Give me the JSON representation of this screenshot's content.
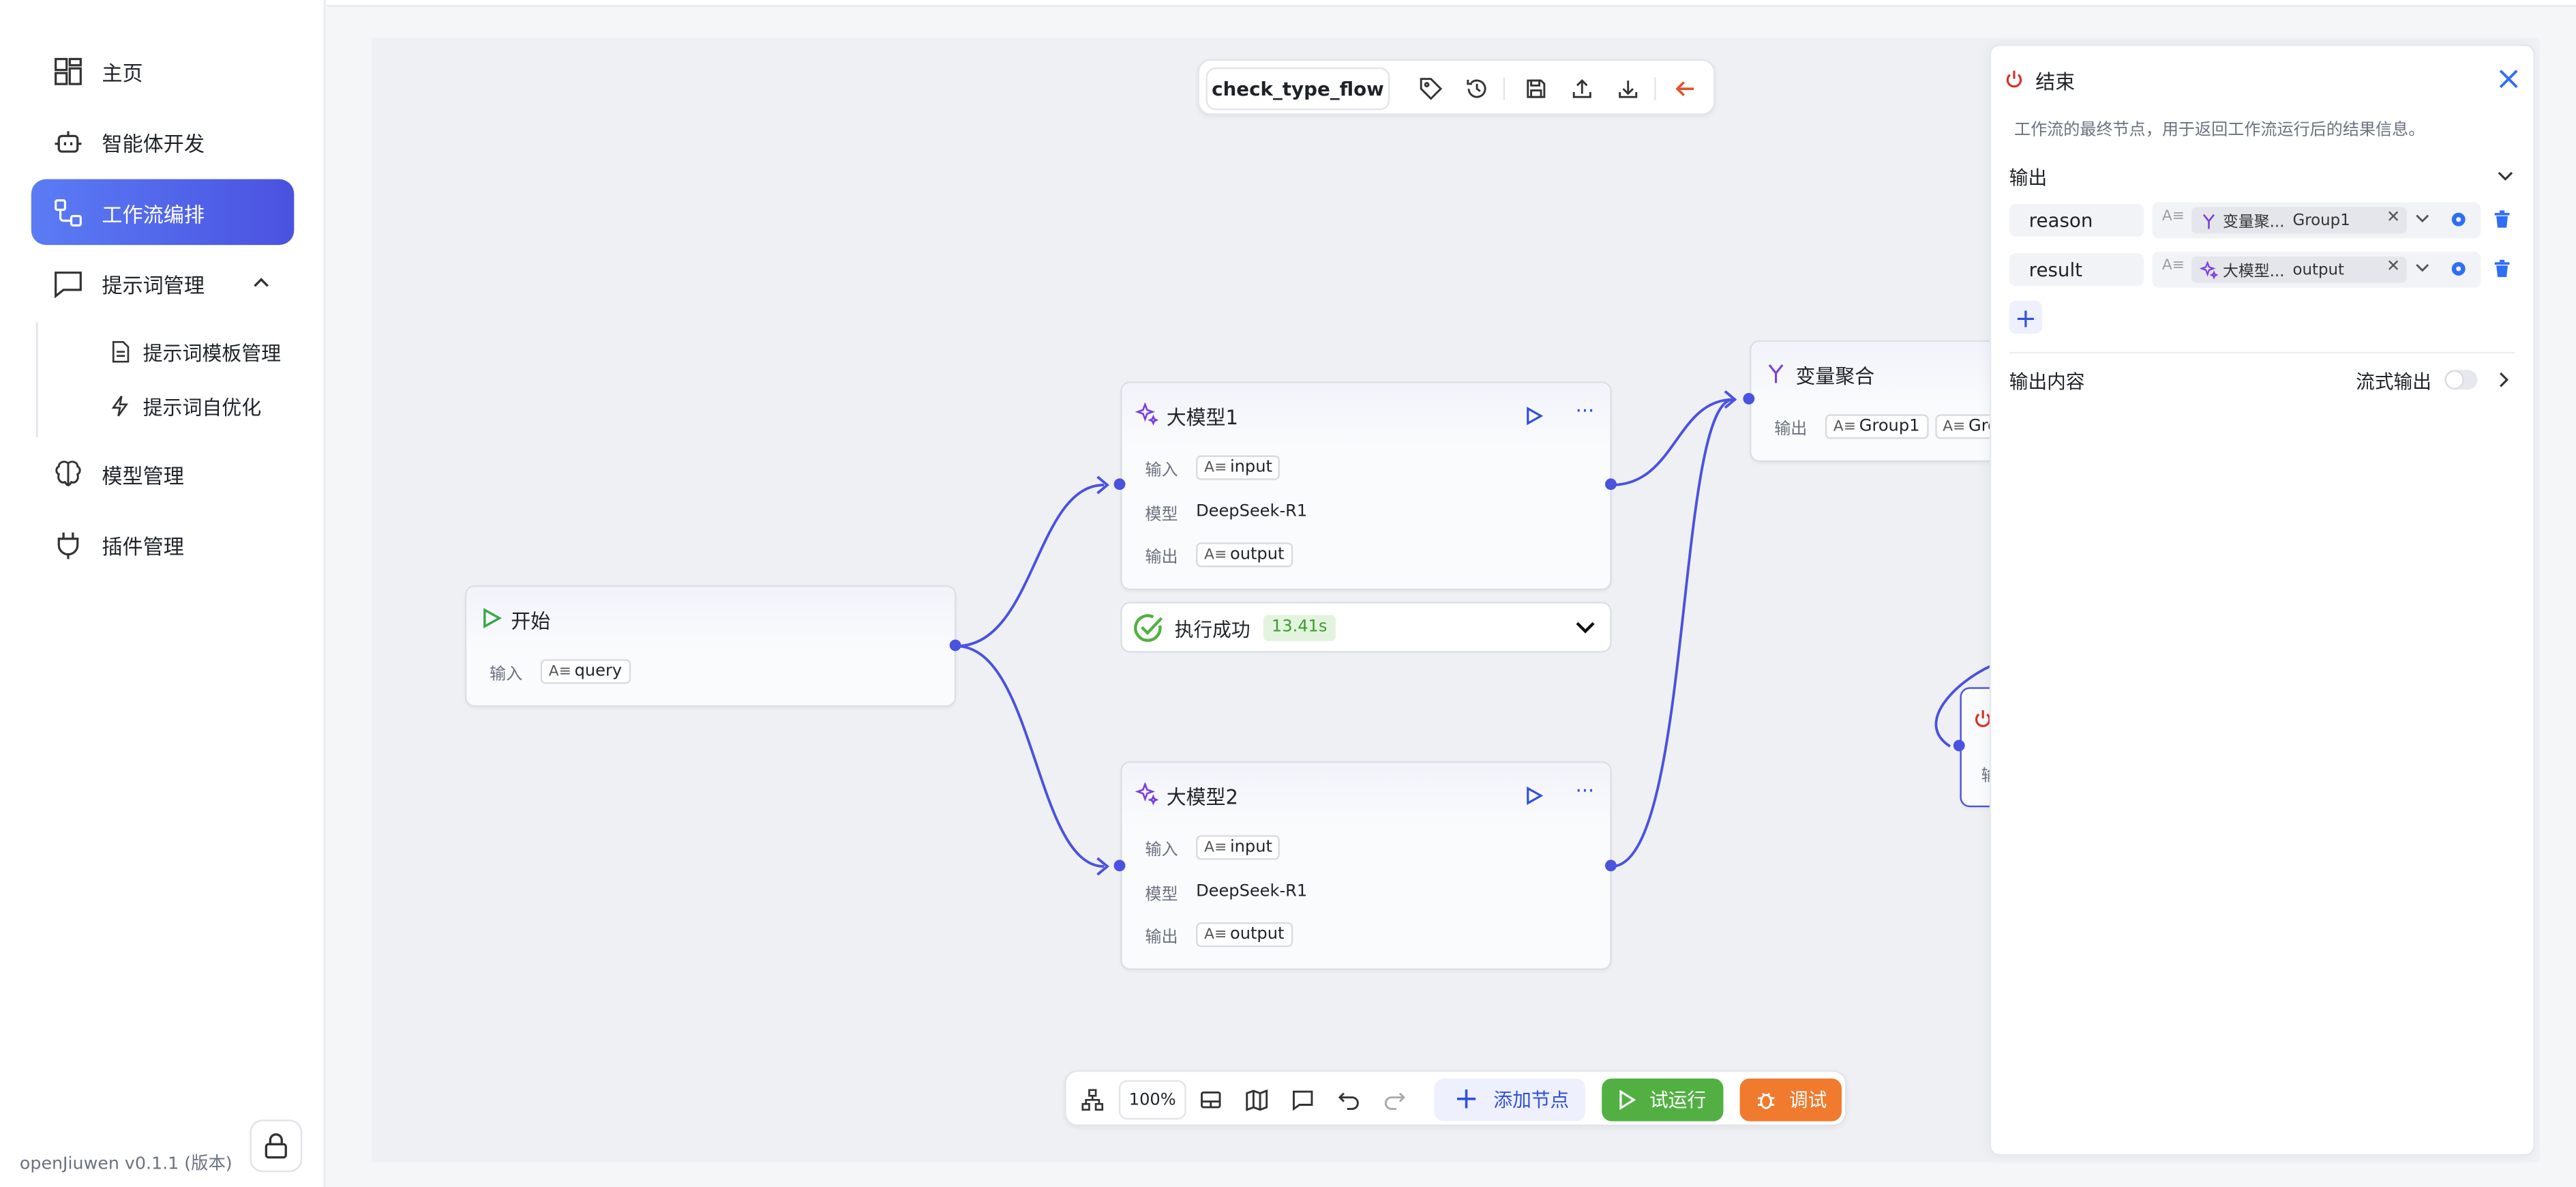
{
  "sidebar": {
    "items": [
      {
        "label": "主页",
        "icon": "dashboard-icon"
      },
      {
        "label": "智能体开发",
        "icon": "robot-icon"
      },
      {
        "label": "工作流编排",
        "icon": "workflow-icon"
      },
      {
        "label": "提示词管理",
        "icon": "chat-icon"
      },
      {
        "label": "模型管理",
        "icon": "brain-icon"
      },
      {
        "label": "插件管理",
        "icon": "plug-icon"
      }
    ],
    "sub_items": [
      {
        "label": "提示词模板管理",
        "icon": "document-icon"
      },
      {
        "label": "提示词自优化",
        "icon": "lightning-icon"
      }
    ],
    "active": "工作流编排",
    "version": "openJiuwen v0.1.1 (版本)"
  },
  "flow_toolbar": {
    "name": "check_type_flow",
    "icons": [
      "tag-icon",
      "history-icon",
      "save-icon",
      "upload-icon",
      "download-icon",
      "back-arrow-icon"
    ]
  },
  "nodes": {
    "start": {
      "title": "开始",
      "input_label": "输入",
      "input_value": "query"
    },
    "llm1": {
      "title": "大模型1",
      "input_label": "输入",
      "input_value": "input",
      "model_label": "模型",
      "model_value": "DeepSeek-R1",
      "output_label": "输出",
      "output_value": "output"
    },
    "llm2": {
      "title": "大模型2",
      "input_label": "输入",
      "input_value": "input",
      "model_label": "模型",
      "model_value": "DeepSeek-R1",
      "output_label": "输出",
      "output_value": "output"
    },
    "aggregate": {
      "title": "变量聚合",
      "output_label": "输出",
      "tags": [
        "Group1",
        "Group"
      ]
    },
    "end_partial": {
      "label": "输"
    }
  },
  "run_status": {
    "text": "执行成功",
    "duration": "13.41s"
  },
  "bottom_toolbar": {
    "zoom": "100%",
    "add_node": "添加节点",
    "try_run": "试运行",
    "debug": "调试"
  },
  "panel": {
    "title": "结束",
    "description": "工作流的最终节点，用于返回工作流运行后的结果信息。",
    "output_section": "输出",
    "outputs": [
      {
        "name": "reason",
        "source_node": "变量聚...",
        "source_var": "Group1"
      },
      {
        "name": "result",
        "source_node": "大模型...",
        "source_var": "output"
      }
    ],
    "output_content_label": "输出内容",
    "stream_label": "流式输出",
    "stream_enabled": false
  },
  "colors": {
    "accent": "#4a52e0",
    "success": "#52b043",
    "debug": "#f07a2e",
    "delete": "#2f6ef5"
  }
}
